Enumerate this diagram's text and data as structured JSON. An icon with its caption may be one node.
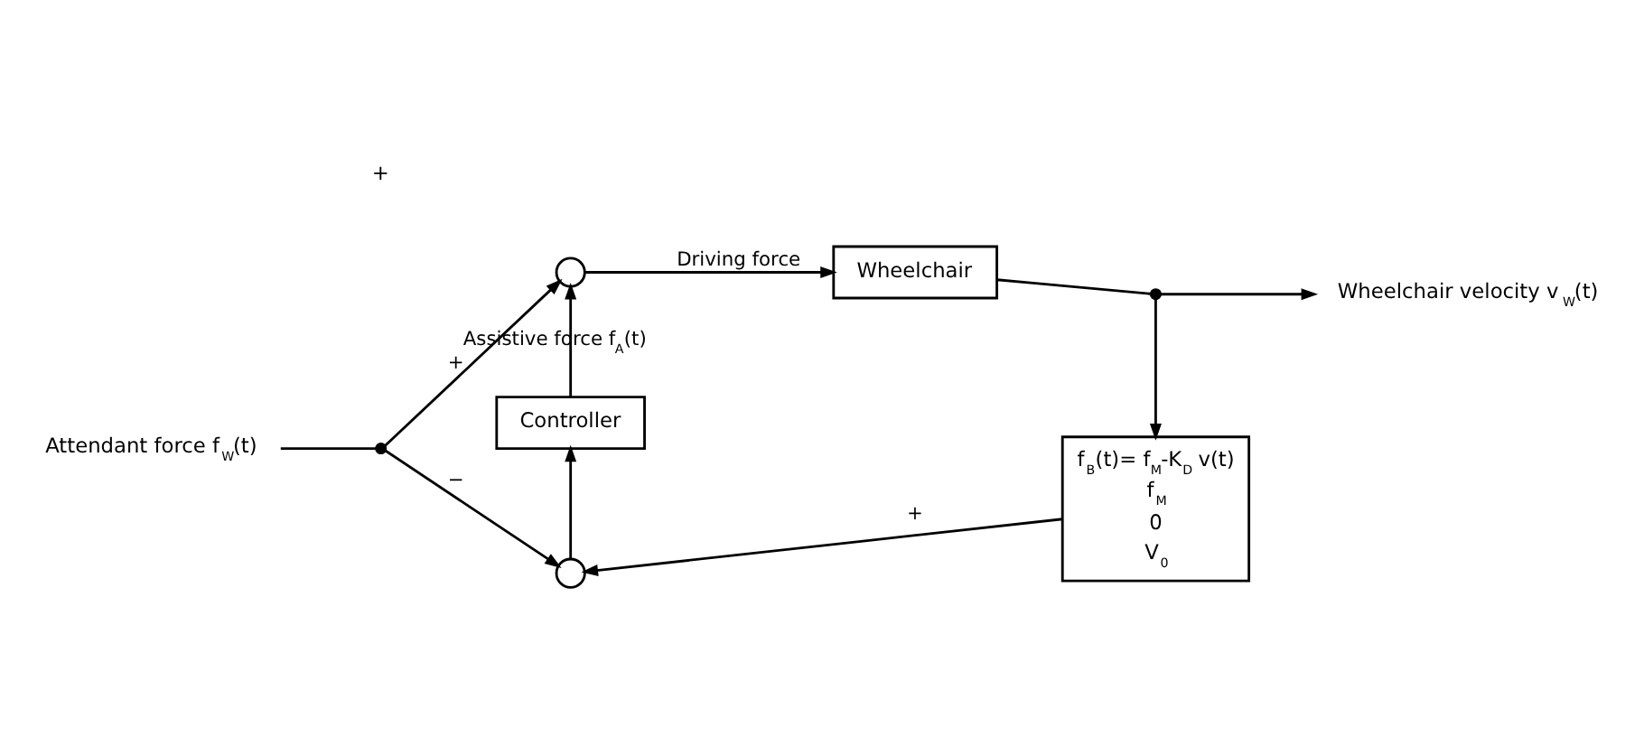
{
  "diagram": {
    "nodes": [
      {
        "text": [
          "Attendant force f$_{W}$(t)"
        ]
      },
      {
        "text": [],
        "shape": "circle"
      },
      {
        "text": [],
        "shape": "circle"
      },
      {
        "text": [
          "Wheelchair"
        ]
      },
      {
        "text": [],
        "shape": "circle"
      },
      {
        "text": [
          "Wheelchair velocity v$_{W}$(t)"
        ]
      },
      {
        "text": [
          "Controller"
        ]
      },
      {
        "text": [],
        "shape": "circle"
      },
      {
        "text": [
          "f$_{B}$(t)= f$_{M}$-K$_{D}$ v(t)",
          "f$_{M}$",
          "0",
          "V$_{0}$"
        ]
      }
    ],
    "edges": [
      {
        "from": 0,
        "to": 1,
        "arrow": "none"
      },
      {
        "from": 1,
        "to": 2,
        "arrow": "to",
        "label": "+"
      },
      {
        "from": 2,
        "to": 3,
        "arrow": "to",
        "label": "Driving force"
      },
      {
        "from": 3,
        "to": 4,
        "arrow": "none"
      },
      {
        "from": 4,
        "to": 5,
        "arrow": "to"
      },
      {
        "from": 4,
        "to": 8,
        "arrow": "to"
      },
      {
        "from": 8,
        "to": 7,
        "arrow": "to",
        "label": "+"
      },
      {
        "from": 1,
        "to": 7,
        "arrow": "to",
        "label": "−"
      },
      {
        "from": 7,
        "to": 6,
        "arrow": "to"
      },
      {
        "from": 6,
        "to": 2,
        "arrow": "to",
        "label": "Assistive force f$_{A}$(t)"
      }
    ],
    "labels": [
      "+"
    ]
  }
}
